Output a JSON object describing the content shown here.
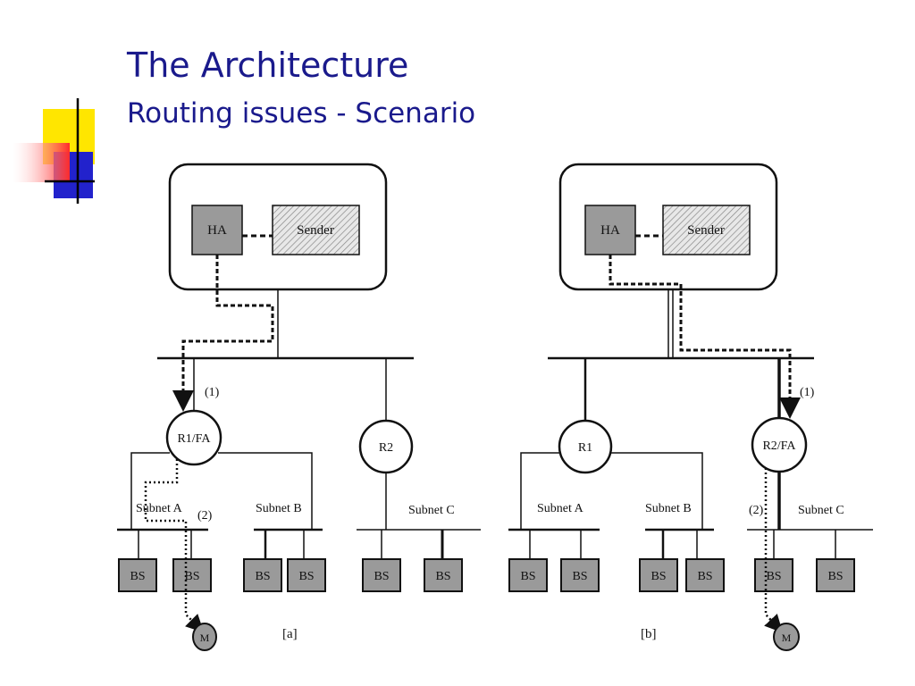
{
  "slide": {
    "title": "The Architecture",
    "subtitle": "Routing issues - Scenario"
  },
  "colors": {
    "title": "#1a1a8c",
    "deco_yellow": "#ffe600",
    "deco_blue": "#2222cc",
    "deco_red": "#ff3333",
    "node_gray": "#9a9a9a"
  },
  "diagram_a": {
    "ha": "HA",
    "sender": "Sender",
    "router1": "R1/FA",
    "router2": "R2",
    "step1": "(1)",
    "step2": "(2)",
    "subnet_a": "Subnet A",
    "subnet_b": "Subnet B",
    "subnet_c": "Subnet C",
    "bs": [
      "BS",
      "BS",
      "BS",
      "BS",
      "BS",
      "BS"
    ],
    "mobile": "M",
    "caption": "[a]"
  },
  "diagram_b": {
    "ha": "HA",
    "sender": "Sender",
    "router1": "R1",
    "router2": "R2/FA",
    "step1": "(1)",
    "step2": "(2)",
    "subnet_a": "Subnet A",
    "subnet_b": "Subnet B",
    "subnet_c": "Subnet C",
    "bs": [
      "BS",
      "BS",
      "BS",
      "BS",
      "BS",
      "BS"
    ],
    "mobile": "M",
    "caption": "[b]"
  }
}
